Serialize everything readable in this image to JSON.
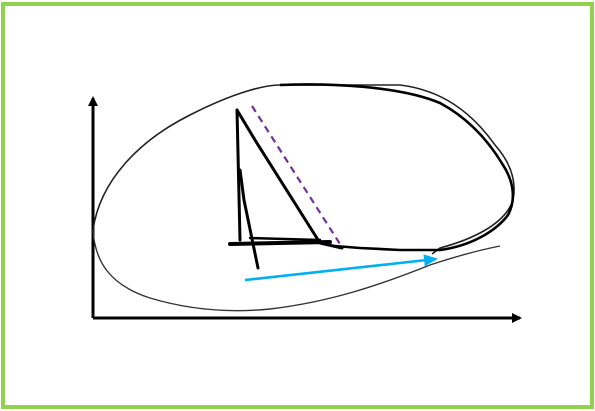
{
  "figure": {
    "border_color": "#92d050",
    "stroke_color": "#000000",
    "dashed_line_color": "#7030a0",
    "arrow_color": "#00b0f0",
    "has_text": false
  },
  "elements": [
    {
      "name": "y-axis-arrow",
      "kind": "axis"
    },
    {
      "name": "x-axis-arrow",
      "kind": "axis"
    },
    {
      "name": "outer-closed-curve",
      "kind": "thin-curve"
    },
    {
      "name": "inner-closed-curve",
      "kind": "thick-curve"
    },
    {
      "name": "triangle-sketch",
      "kind": "hand-drawn-shape"
    },
    {
      "name": "dashed-tangent-line",
      "kind": "dashed-line"
    },
    {
      "name": "blue-vector-arrow",
      "kind": "arrow"
    }
  ]
}
